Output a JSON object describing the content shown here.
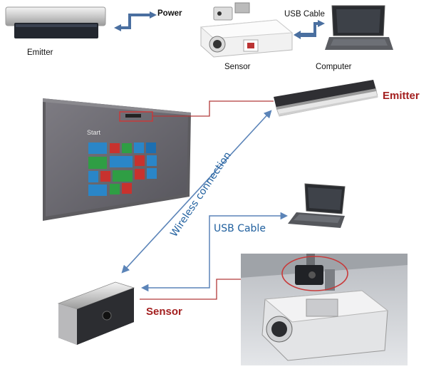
{
  "top_row": {
    "emitter_label": "Emitter",
    "power_label": "Power",
    "sensor_label": "Sensor",
    "usb_cable_label": "USB Cable",
    "computer_label": "Computer"
  },
  "main": {
    "emitter_label": "Emitter",
    "sensor_label": "Sensor",
    "usb_cable_label": "USB Cable",
    "wireless_label": "Wireless connection",
    "screen_start_text": "Start"
  },
  "colors": {
    "red_label": "#a31f1f",
    "blue_label": "#1f5f9e",
    "blue_arrow": "#5b84b8",
    "red_line": "#b23a3a",
    "screen_bg": "#6f6e74",
    "tile_blue": "#2a86c8",
    "tile_green": "#2f9e44",
    "tile_red": "#c8322e"
  }
}
